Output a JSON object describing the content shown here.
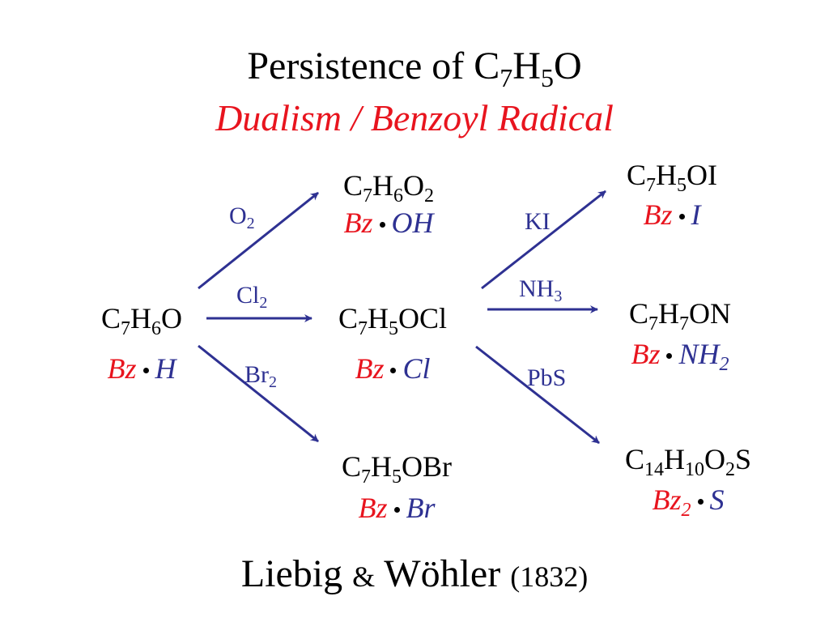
{
  "title": {
    "text": "Persistence of C",
    "s1": "7",
    "t2": "H",
    "s2": "5",
    "t3": "O"
  },
  "subtitle": "Dualism  /  Benzoyl Radical",
  "colors": {
    "bz": "#e8141e",
    "group": "#2e3192",
    "arrow": "#2e3192"
  },
  "nodes": {
    "start": {
      "f": [
        "C",
        "7",
        "H",
        "6",
        "O"
      ],
      "bz": "Bz",
      "grp": "H"
    },
    "acid": {
      "f": [
        "C",
        "7",
        "H",
        "6",
        "O",
        "2"
      ],
      "bz": "Bz",
      "grp": "OH"
    },
    "chloride": {
      "f": [
        "C",
        "7",
        "H",
        "5",
        "OCl"
      ],
      "bz": "Bz",
      "grp": "Cl"
    },
    "bromide": {
      "f": [
        "C",
        "7",
        "H",
        "5",
        "OBr"
      ],
      "bz": "Bz",
      "grp": "Br"
    },
    "iodide": {
      "f": [
        "C",
        "7",
        "H",
        "5",
        "OI"
      ],
      "bz": "Bz",
      "grp": "I"
    },
    "amide": {
      "f": [
        "C",
        "7",
        "H",
        "7",
        "ON"
      ],
      "bz": "Bz",
      "grp": "NH",
      "grp_sub": "2"
    },
    "sulfide": {
      "f": [
        "C",
        "14",
        "H",
        "10",
        "O",
        "2",
        "S"
      ],
      "bz": "Bz",
      "bz_sub": "2",
      "grp": "S"
    }
  },
  "reagents": {
    "o2": {
      "t": "O",
      "s": "2"
    },
    "cl2": {
      "t": "Cl",
      "s": "2"
    },
    "br2": {
      "t": "Br",
      "s": "2"
    },
    "ki": {
      "t": "KI"
    },
    "nh3": {
      "t": "NH",
      "s": "3"
    },
    "pbs": {
      "t": "PbS"
    }
  },
  "credit": {
    "names": "Liebig",
    "amp": "&",
    "name2": "Wöhler",
    "year": "(1832)"
  }
}
